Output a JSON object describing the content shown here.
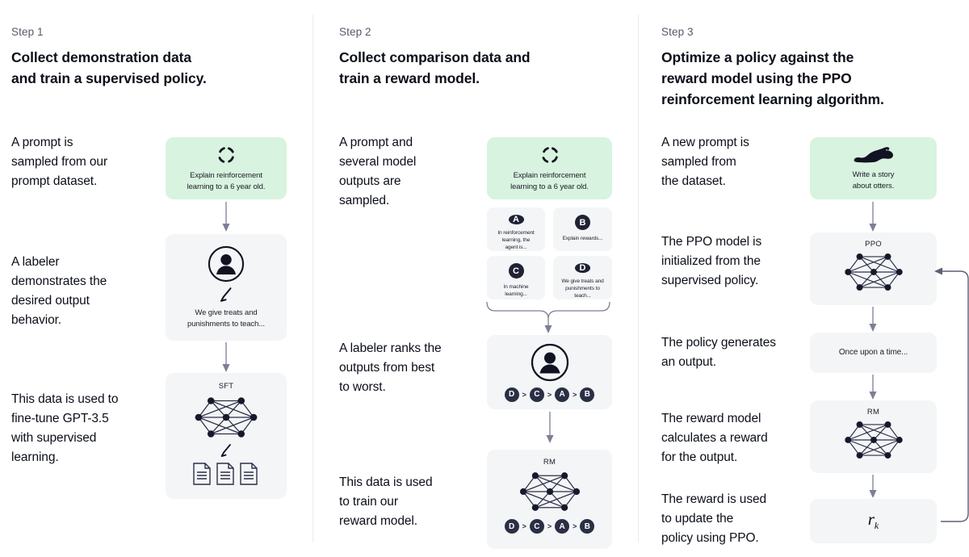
{
  "steps": [
    {
      "label": "Step 1",
      "title": "Collect demonstration data\nand train a supervised policy.",
      "notes": [
        "A prompt is\nsampled from our\nprompt dataset.",
        "A labeler\ndemonstrates the\ndesired output\nbehavior.",
        "This data is used to\nfine-tune GPT-3.5\nwith supervised\nlearning."
      ],
      "cards": [
        {
          "icon": "loop-icon",
          "text": "Explain reinforcement\nlearning to a 6 year old.",
          "style": "green"
        },
        {
          "icon": "labeler-person-icon",
          "text": "We give treats and\npunishments to teach...",
          "style": "grey"
        },
        {
          "caption": "SFT",
          "icon": "neural-network-icon",
          "text": "",
          "style": "grey"
        }
      ]
    },
    {
      "label": "Step 2",
      "title": "Collect comparison data and\ntrain a reward model.",
      "notes": [
        "A prompt and\nseveral model\noutputs are\nsampled.",
        "A labeler ranks the\noutputs from best\nto worst.",
        "This data is used\nto train our\nreward model."
      ],
      "prompt_card": {
        "icon": "loop-icon",
        "text": "Explain reinforcement\nlearning to a 6 year old.",
        "style": "green"
      },
      "outputs": [
        {
          "badge": "A",
          "text": "In reinforcement\nlearning, the\nagent is..."
        },
        {
          "badge": "B",
          "text": "Explain rewards..."
        },
        {
          "badge": "C",
          "text": "In machine\nlearning..."
        },
        {
          "badge": "D",
          "text": "We give treats and\npunishments to\nteach..."
        }
      ],
      "ranking": [
        "D",
        "C",
        "A",
        "B"
      ],
      "rank_separator": ">",
      "labeler_card": {
        "icon": "labeler-person-icon",
        "style": "grey"
      },
      "rm_card": {
        "caption": "RM",
        "icon": "neural-network-icon",
        "style": "grey"
      }
    },
    {
      "label": "Step 3",
      "title": "Optimize a policy against the\nreward model using the PPO\nreinforcement learning algorithm.",
      "notes": [
        "A new prompt is\nsampled from\nthe dataset.",
        "The PPO model is\ninitialized from the\nsupervised policy.",
        "The policy generates\nan output.",
        "The reward model\ncalculates a reward\nfor the output.",
        "The reward is used\nto update the\npolicy using PPO."
      ],
      "cards": [
        {
          "icon": "otter-icon",
          "text": "Write a story\nabout otters.",
          "style": "green"
        },
        {
          "caption": "PPO",
          "icon": "neural-network-icon",
          "style": "grey"
        },
        {
          "text": "Once upon a time...",
          "style": "grey"
        },
        {
          "caption": "RM",
          "icon": "neural-network-icon",
          "style": "grey"
        },
        {
          "text": "r",
          "subscript": "k",
          "style": "grey"
        }
      ]
    }
  ],
  "colors": {
    "green_card": "#d8f3df",
    "grey_card": "#f4f5f7",
    "arrow": "#7c7f96",
    "text": "#0b0f19",
    "muted_text": "#565a6b",
    "badge": "#1f2233",
    "divider": "#e9ecf2"
  }
}
